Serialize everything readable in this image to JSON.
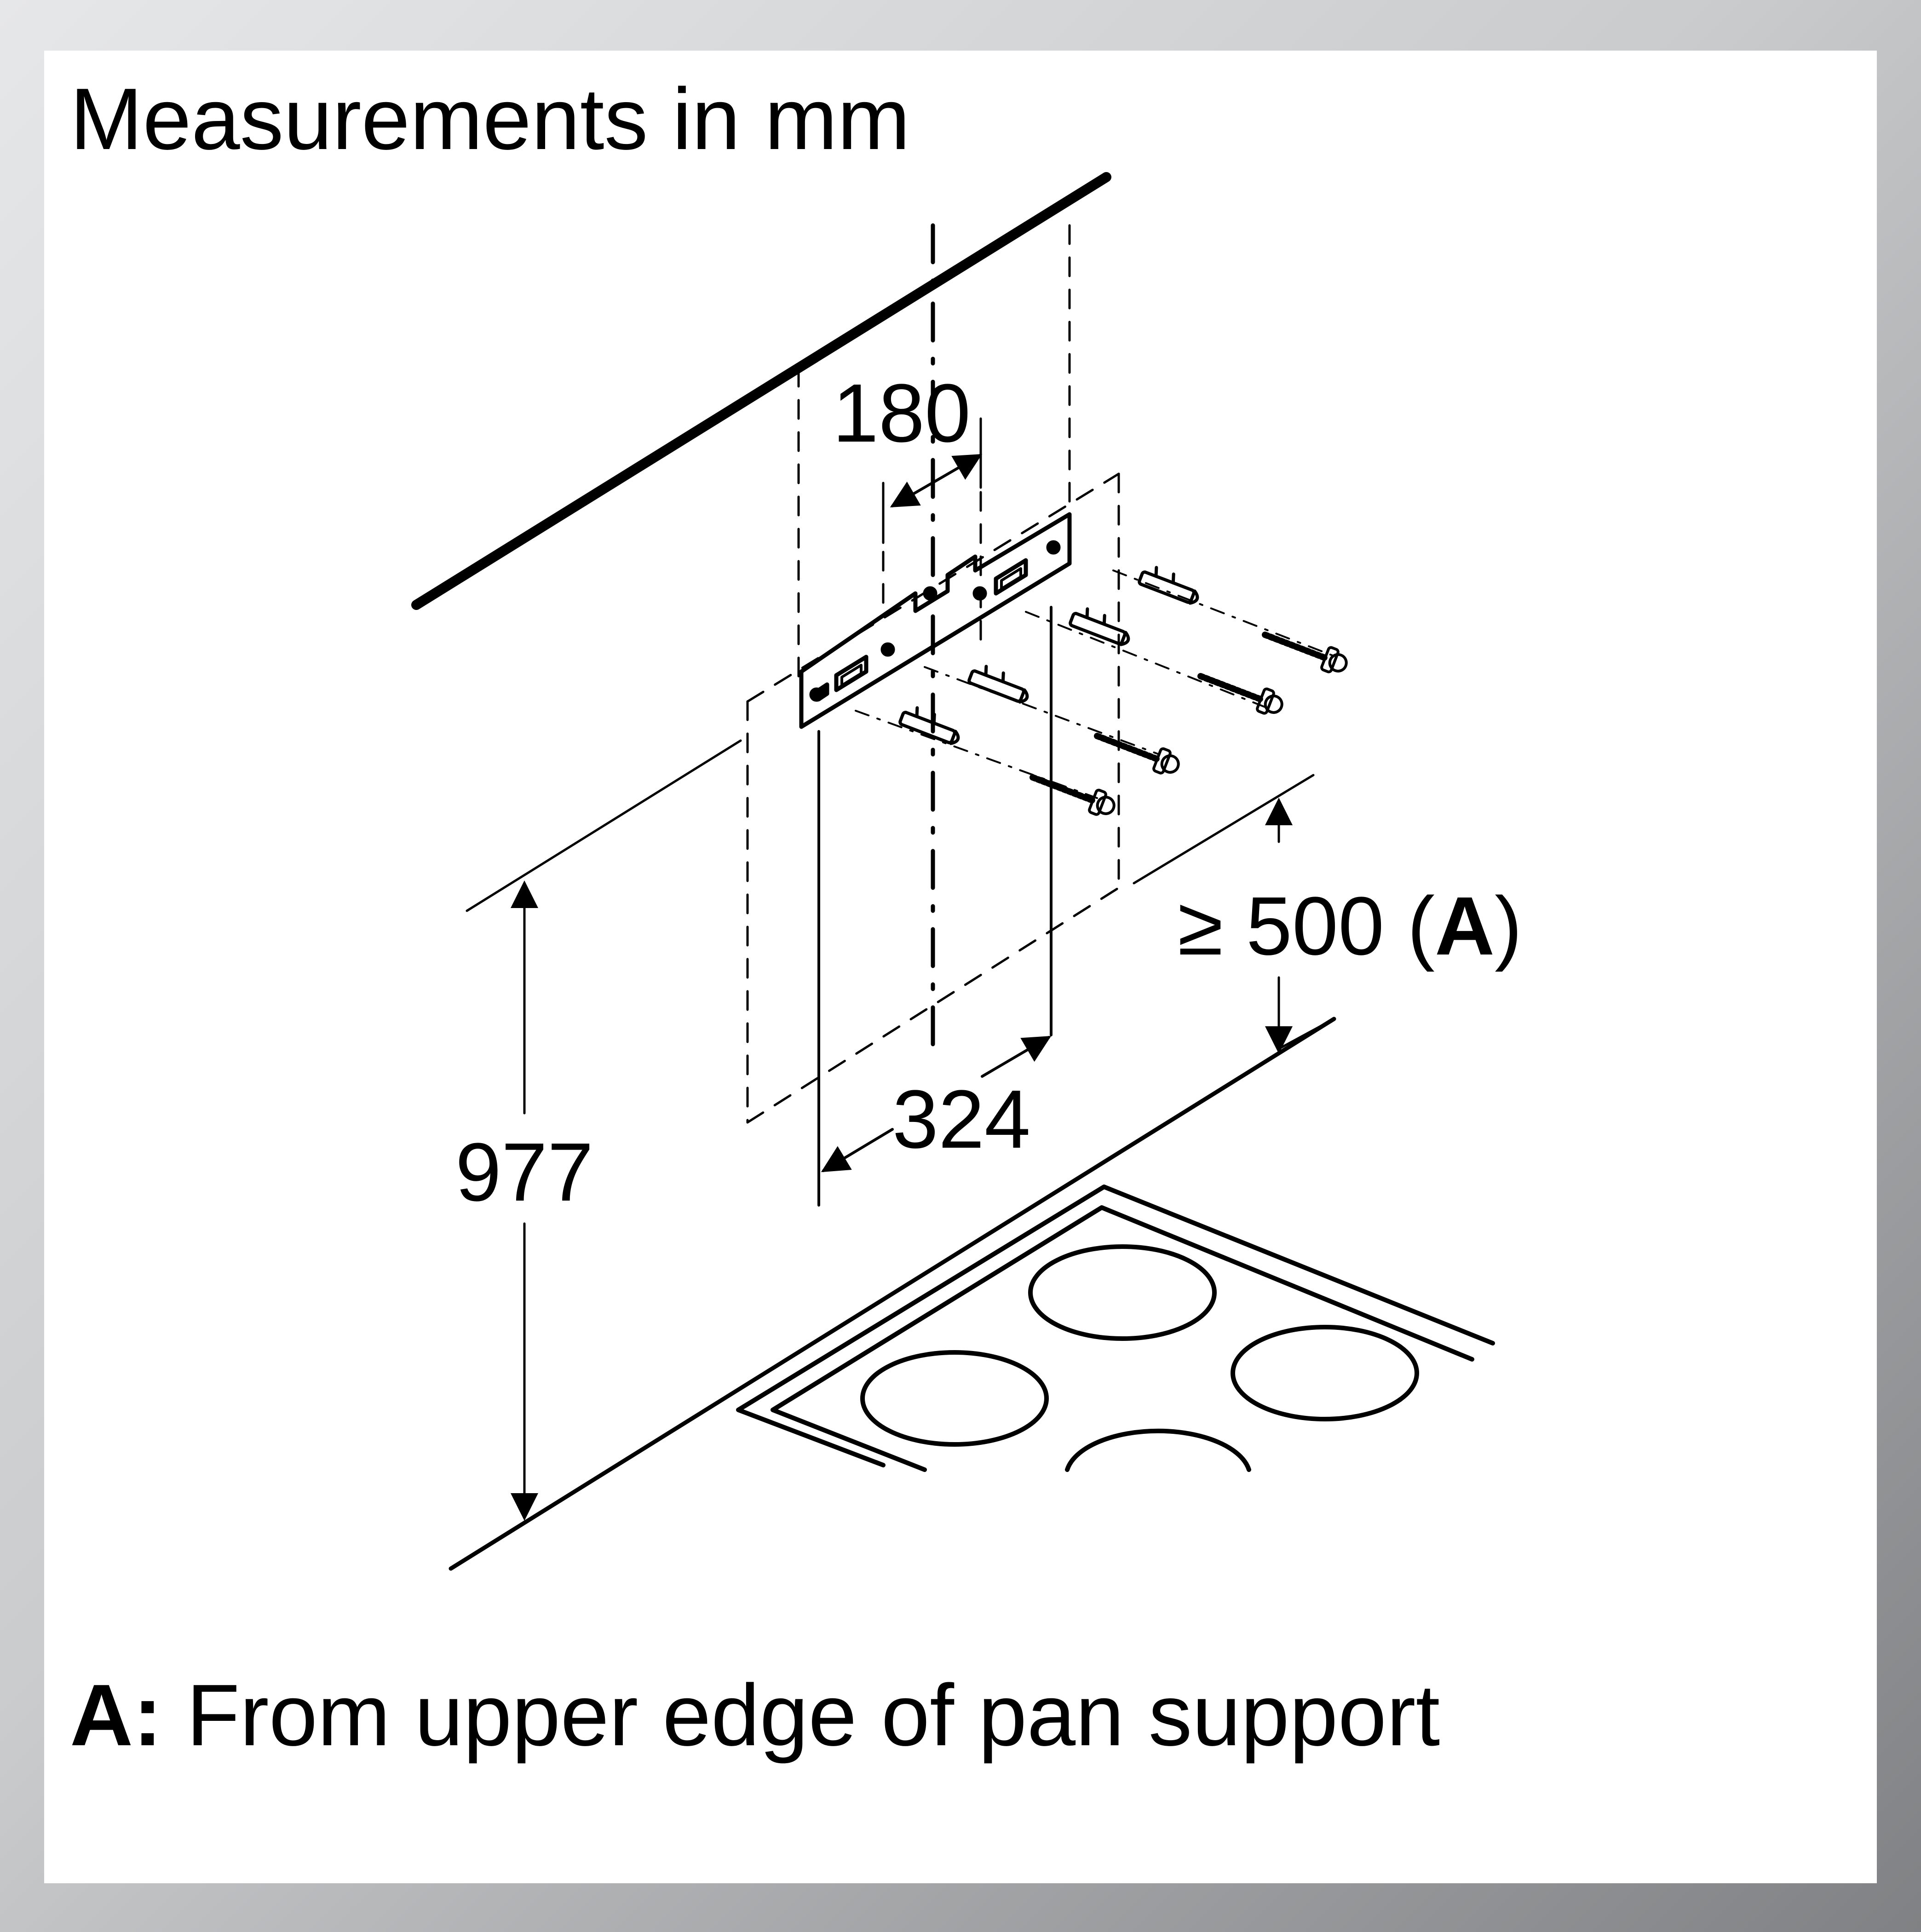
{
  "title": "Measurements in mm",
  "dimensions": {
    "spacing": "180",
    "width": "324",
    "height": "977",
    "clearance_prefix": "≥ 500 (",
    "clearance_ref": "A",
    "clearance_suffix": ")"
  },
  "footnote": {
    "key": "A:",
    "text": " From upper edge of pan support"
  }
}
